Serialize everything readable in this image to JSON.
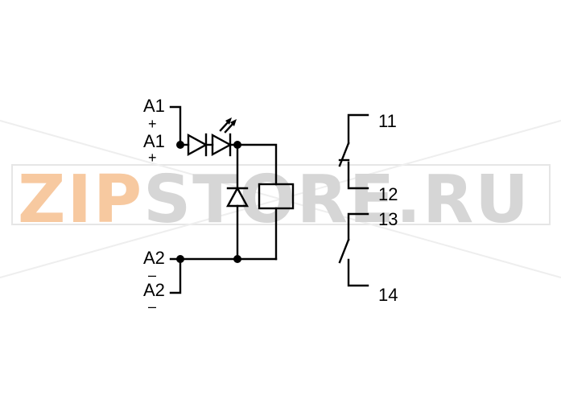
{
  "watermark": {
    "part1": "ZIP",
    "part2": "STORE.RU",
    "color_orange": "#f7c9a0",
    "color_grey": "#d6d6d6"
  },
  "terminals": {
    "a1_top": "A1",
    "a1_top_sign": "+",
    "a1_bottom": "A1",
    "a1_bottom_sign": "+",
    "a2_top": "A2",
    "a2_top_sign": "–",
    "a2_bottom": "A2",
    "a2_bottom_sign": "–"
  },
  "contacts": {
    "nc_top": "11",
    "nc_bottom": "12",
    "no_top": "13",
    "no_bottom": "14"
  },
  "colors": {
    "line": "#000000",
    "background": "#ffffff"
  }
}
